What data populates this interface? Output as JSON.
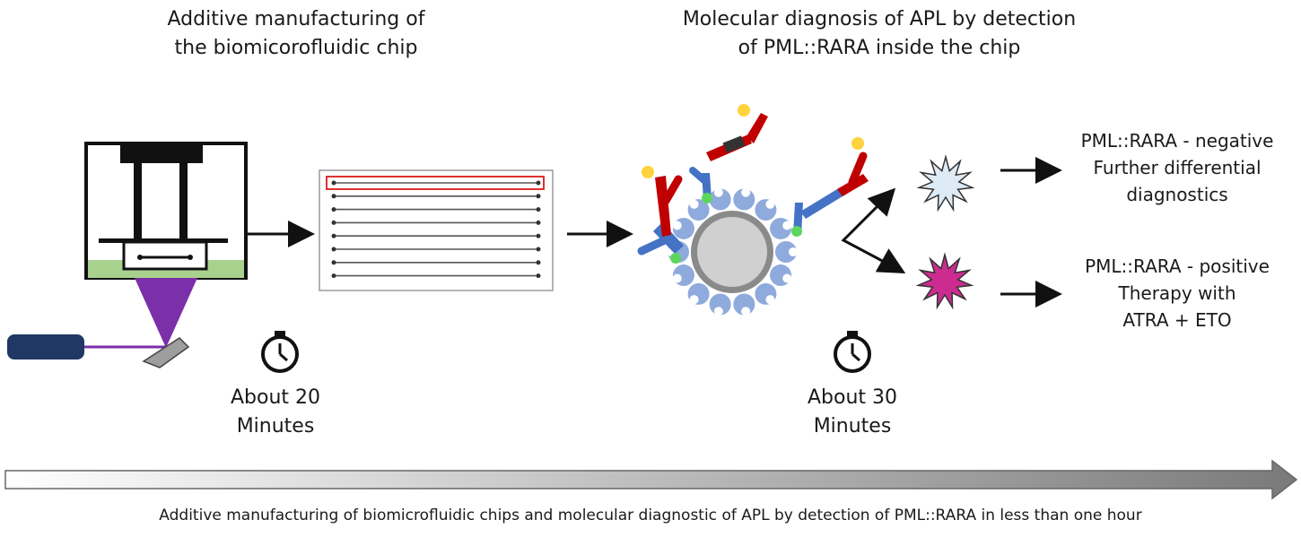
{
  "header": {
    "left_title_line1": "Additive manufacturing of",
    "left_title_line2": "the biomicorofluidic chip",
    "right_title_line1": "Molecular diagnosis of APL by detection",
    "right_title_line2": "of PML::RARA inside the chip"
  },
  "timers": {
    "first_line1": "About 20",
    "first_line2": "Minutes",
    "second_line1": "About 30",
    "second_line2": "Minutes"
  },
  "outcomes": {
    "negative_line1": "PML::RARA - negative",
    "negative_line2": "Further differential",
    "negative_line3": "diagnostics",
    "positive_line1": "PML::RARA - positive",
    "positive_line2": "Therapy with",
    "positive_line3": "ATRA + ETO"
  },
  "footer": {
    "caption": "Additive manufacturing of biomicrofluidic chips and molecular diagnostic of APL by detection of PML::RARA in less than one hour"
  },
  "colors": {
    "printer_purple": "#7b2fa8",
    "resin_green": "#a9d18e",
    "laser_navy": "#1f3864",
    "antibody_red": "#c00000",
    "antibody_blue": "#4472c4",
    "bead_blue": "#8faadc",
    "negative_star": "#deebf7",
    "positive_star": "#cc2b8f",
    "chip_highlight": "#e03030",
    "timeline_arrow": "#8c8c8c"
  }
}
